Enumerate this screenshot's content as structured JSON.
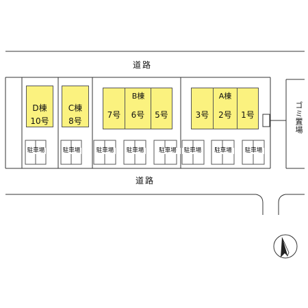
{
  "roads": {
    "top_label": "道路",
    "bottom_label": "道路"
  },
  "buildings": {
    "D": {
      "name": "D棟",
      "units": [
        "10号"
      ]
    },
    "C": {
      "name": "C棟",
      "units": [
        "8号"
      ]
    },
    "B": {
      "name": "B棟",
      "units": [
        "7号",
        "6号",
        "5号"
      ]
    },
    "A": {
      "name": "A棟",
      "units": [
        "3号",
        "2号",
        "1号"
      ]
    }
  },
  "parking_label": "駐車場",
  "garbage_label": "ゴミ置場",
  "colors": {
    "unit_fill": "#fbf27f",
    "line": "#333333"
  }
}
